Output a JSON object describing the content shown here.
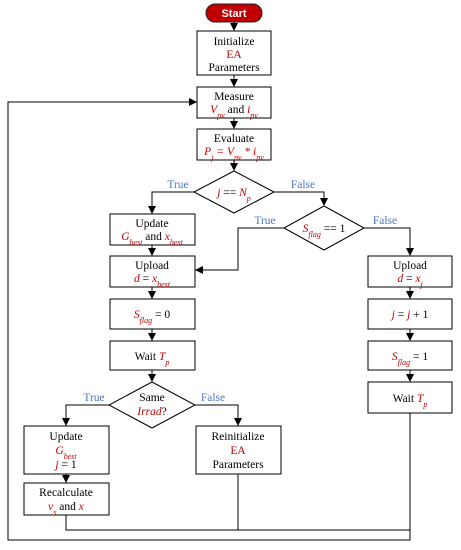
{
  "start": "Start",
  "init": {
    "line1": "Initialize",
    "line2": "EA",
    "line3": "Parameters"
  },
  "measure": {
    "line1": "Measure",
    "v": "V",
    "vsub": "pv",
    "and": "and",
    "i": "i",
    "isub": "pv"
  },
  "evaluate": {
    "line1": "Evaluate",
    "expr": "P",
    "expr_sub": "j",
    "eq": " = ",
    "v": "V",
    "vsub": "pv",
    "times": " * ",
    "i": "i",
    "isub": "pv"
  },
  "decision_np": {
    "j": "j",
    "op": " == ",
    "n": "N",
    "nsub": "p"
  },
  "decision_sflag": {
    "s": "S",
    "sub": "flag",
    "op": " == 1"
  },
  "update_best": {
    "line1": "Update",
    "g": "G",
    "gsub": "best",
    "and": "and",
    "x": "x",
    "xsub": "best"
  },
  "upload_best": {
    "line1": "Upload",
    "d": "d",
    "eq": " = ",
    "x": "x",
    "xsub": "best"
  },
  "sflag_zero": {
    "s": "S",
    "sub": "flag",
    "rest": " = 0"
  },
  "wait_left": {
    "label": "Wait",
    "t": "T",
    "tsub": "p"
  },
  "same_irrad": {
    "line1": "Same",
    "line2": "Irrad",
    "q": "?"
  },
  "update_g": {
    "line1": "Update",
    "g": "G",
    "gsub": "best",
    "j": "j",
    "rest": " = 1"
  },
  "reinit": {
    "line1": "Reinitialize",
    "line2": "EA",
    "line3": "Parameters"
  },
  "recalc": {
    "line1": "Recalculate",
    "v": "v",
    "vsub": "s",
    "and": "and",
    "x": "x"
  },
  "upload_xj": {
    "line1": "Upload",
    "d": "d",
    "eq": " = ",
    "x": "x",
    "xsub": "j"
  },
  "j_inc": {
    "j": "j",
    "eq": " = ",
    "j2": "j",
    "rest": " + 1"
  },
  "sflag_one": {
    "s": "S",
    "sub": "flag",
    "rest": " = 1"
  },
  "wait_right": {
    "label": "Wait",
    "t": "T",
    "tsub": "p"
  },
  "labels": {
    "true": "True",
    "false": "False"
  },
  "colors": {
    "start_fill": "#c00000",
    "variable": "#c00000",
    "branch_label": "#4a78c2"
  }
}
